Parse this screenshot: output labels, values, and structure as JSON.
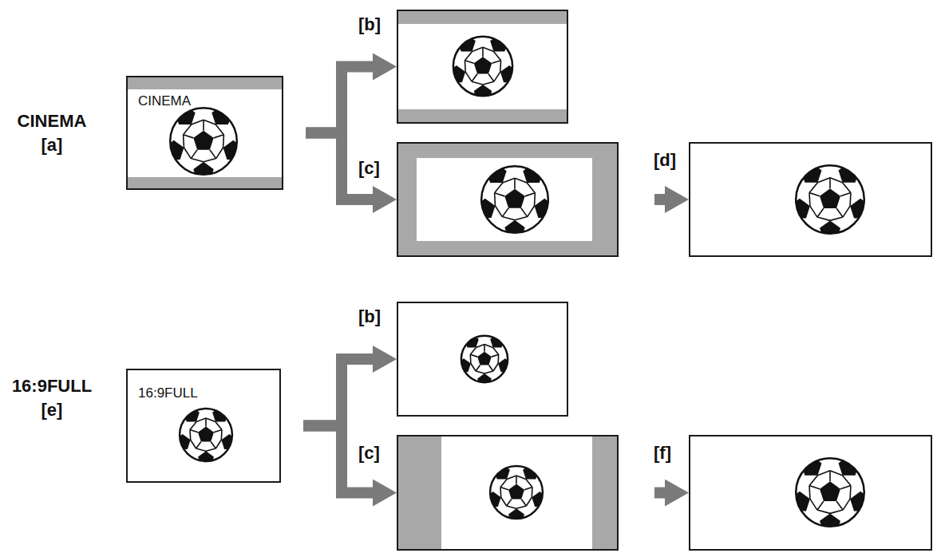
{
  "diagram": {
    "nodes": [
      {
        "text": [
          "CINEMA [a]",
          "CINEMA"
        ]
      },
      {
        "text": [
          "[b]"
        ]
      },
      {
        "text": [
          "[c]"
        ]
      },
      {
        "text": [
          "[d]"
        ]
      },
      {
        "text": [
          "16:9FULL [e]",
          "16:9FULL"
        ]
      },
      {
        "text": [
          "[b]"
        ]
      },
      {
        "text": [
          "[c]"
        ]
      },
      {
        "text": [
          "[f]"
        ]
      }
    ],
    "edges": [
      {
        "from": 0,
        "to": 1,
        "arrow": "to"
      },
      {
        "from": 0,
        "to": 2,
        "arrow": "to"
      },
      {
        "from": 2,
        "to": 3,
        "arrow": "to"
      },
      {
        "from": 4,
        "to": 5,
        "arrow": "to"
      },
      {
        "from": 4,
        "to": 6,
        "arrow": "to"
      },
      {
        "from": 6,
        "to": 7,
        "arrow": "to"
      }
    ]
  }
}
